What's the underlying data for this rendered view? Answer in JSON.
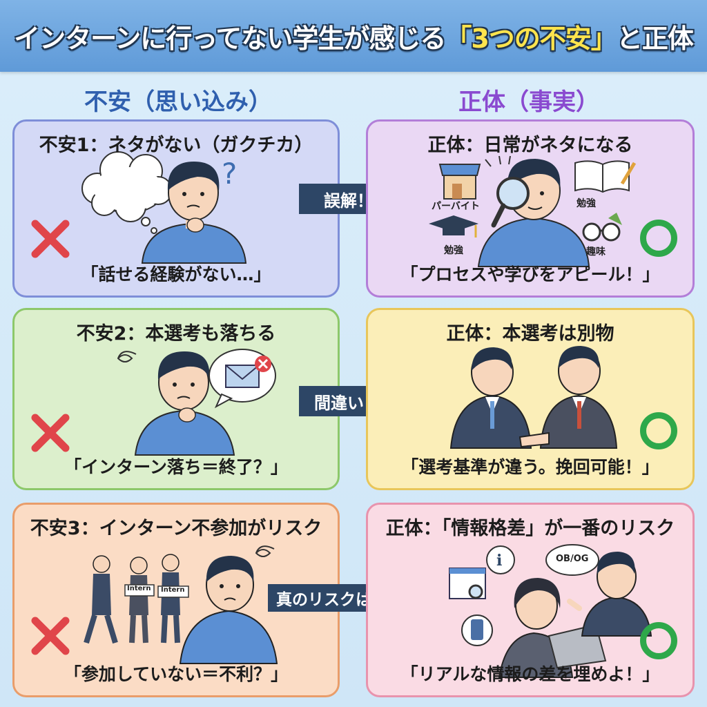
{
  "title": {
    "pre": "インターンに行ってない学生が感じる",
    "highlight": "「3つの不安」",
    "post": "と正体"
  },
  "columns": {
    "left": "不安（思い込み）",
    "right": "正体（事実）"
  },
  "rows": [
    {
      "anxiety": {
        "title": "不安1：ネタがない（ガクチカ）",
        "quote": "「話せる経験がない…」"
      },
      "arrow": "誤解！",
      "truth": {
        "title": "正体：日常がネタになる",
        "quote": "「プロセスや学びをアピール！」",
        "labels": [
          "パーバイト",
          "勉強",
          "勉強",
          "趣味"
        ]
      }
    },
    {
      "anxiety": {
        "title": "不安2：本選考も落ちる",
        "quote": "「インターン落ち＝終了？」"
      },
      "arrow": "間違い！",
      "truth": {
        "title": "正体：本選考は別物",
        "quote": "「選考基準が違う。挽回可能！」"
      }
    },
    {
      "anxiety": {
        "title": "不安3：インターン不参加がリスク",
        "quote": "「参加していない＝不利？」",
        "signs": [
          "Intern",
          "Intern"
        ]
      },
      "arrow": "真のリスクは…！",
      "truth": {
        "title": "正体：「情報格差」が一番のリスク",
        "quote": "「リアルな情報の差を埋めよ！」",
        "bubble": "OB/OG"
      }
    }
  ],
  "colors": {
    "cross": "#e0454a",
    "circle": "#2ea84a",
    "arrow": "#2d4666"
  }
}
